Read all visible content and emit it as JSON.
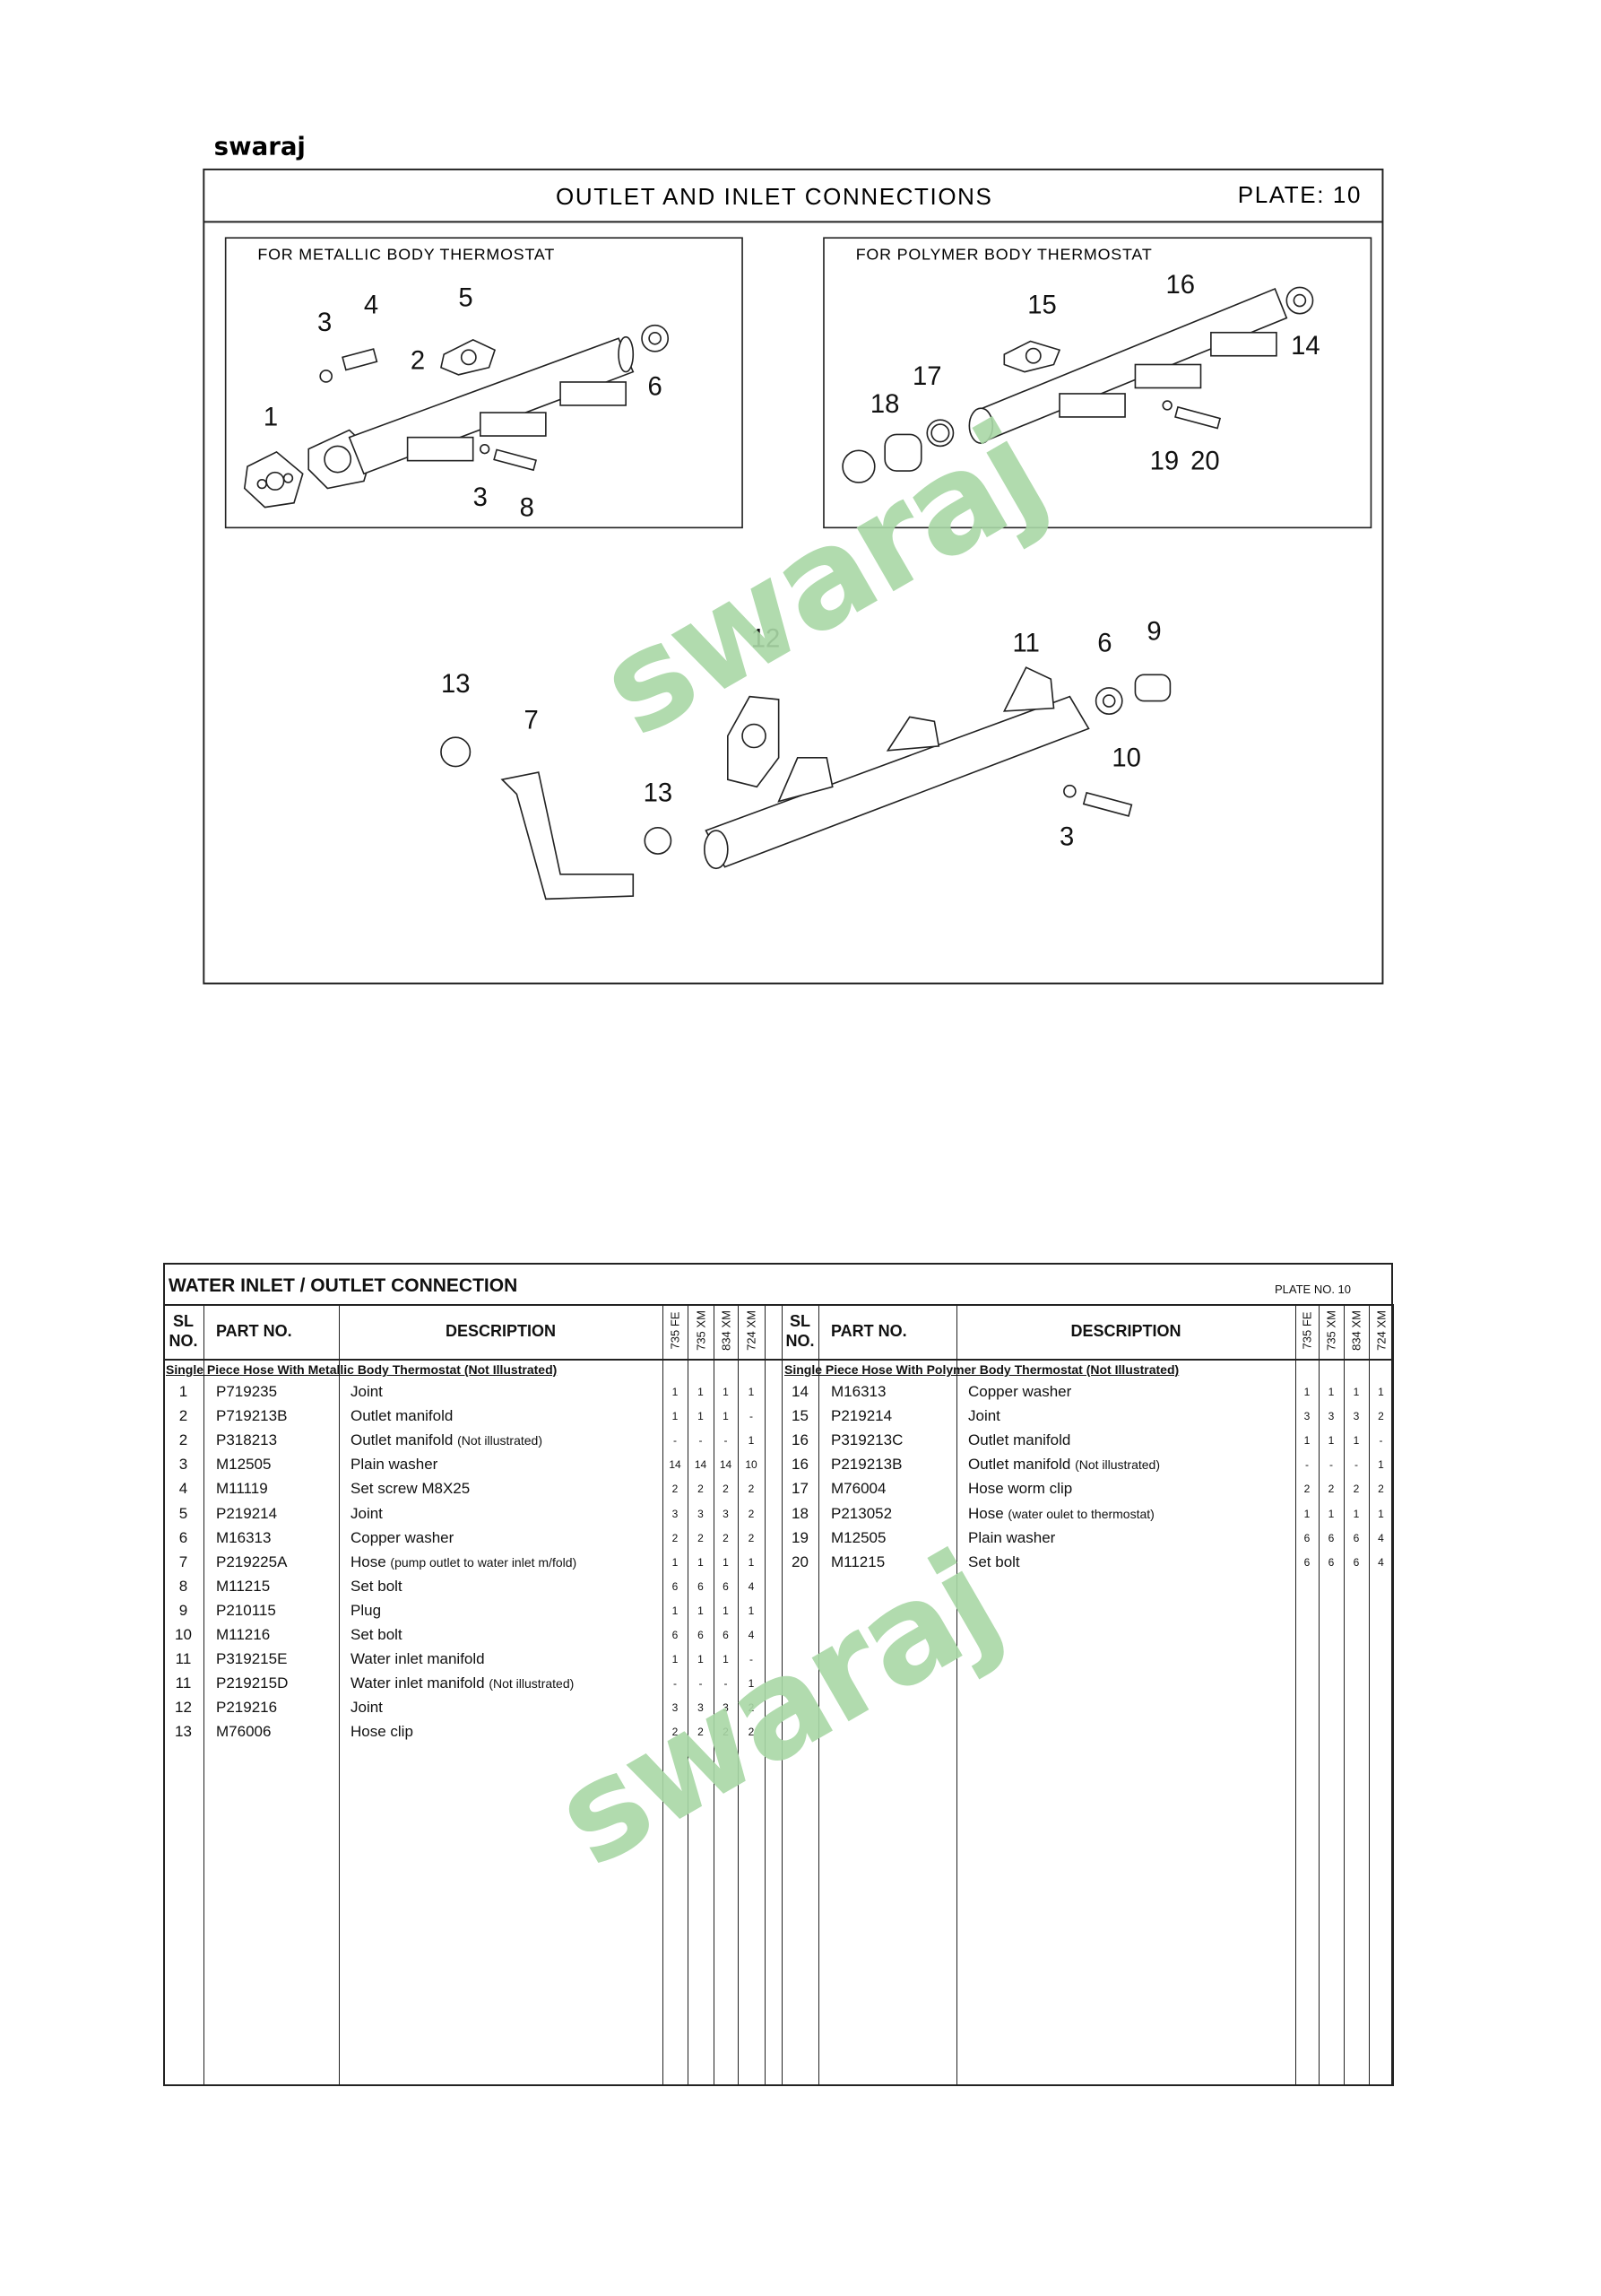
{
  "brand": "swaraj",
  "plate": {
    "title": "OUTLET AND INLET CONNECTIONS",
    "plate_label": "PLATE: 10",
    "left_box_title": "FOR METALLIC BODY THERMOSTAT",
    "right_box_title": "FOR POLYMER BODY THERMOSTAT",
    "callouts_left": [
      "1",
      "2",
      "3",
      "4",
      "5",
      "6",
      "3",
      "8"
    ],
    "callouts_right": [
      "16",
      "15",
      "14",
      "17",
      "18",
      "19",
      "20"
    ],
    "callouts_bottom": [
      "12",
      "11",
      "6",
      "9",
      "13",
      "7",
      "13",
      "10",
      "3"
    ]
  },
  "watermark": "swaraj",
  "table": {
    "title": "WATER INLET / OUTLET CONNECTION",
    "plate_no": "PLATE NO.  10",
    "headers": {
      "sl": "SL NO.",
      "part": "PART NO.",
      "desc": "DESCRIPTION",
      "models": [
        "735 FE",
        "735 XM",
        "834 XM",
        "724 XM"
      ]
    },
    "left": {
      "section": "Single Piece Hose With Metallic Body Thermostat (Not Illustrated)",
      "rows": [
        {
          "sl": "1",
          "part": "P719235",
          "desc": "Joint",
          "note": "",
          "q": [
            "1",
            "1",
            "1",
            "1"
          ]
        },
        {
          "sl": "2",
          "part": "P719213B",
          "desc": "Outlet manifold",
          "note": "",
          "q": [
            "1",
            "1",
            "1",
            "-"
          ]
        },
        {
          "sl": "2",
          "part": "P318213",
          "desc": "Outlet manifold",
          "note": "(Not illustrated)",
          "q": [
            "-",
            "-",
            "-",
            "1"
          ]
        },
        {
          "sl": "3",
          "part": "M12505",
          "desc": "Plain washer",
          "note": "",
          "q": [
            "14",
            "14",
            "14",
            "10"
          ]
        },
        {
          "sl": "4",
          "part": "M11119",
          "desc": "Set screw M8X25",
          "note": "",
          "q": [
            "2",
            "2",
            "2",
            "2"
          ]
        },
        {
          "sl": "5",
          "part": "P219214",
          "desc": "Joint",
          "note": "",
          "q": [
            "3",
            "3",
            "3",
            "2"
          ]
        },
        {
          "sl": "6",
          "part": "M16313",
          "desc": "Copper washer",
          "note": "",
          "q": [
            "2",
            "2",
            "2",
            "2"
          ]
        },
        {
          "sl": "7",
          "part": "P219225A",
          "desc": "Hose",
          "note": "(pump outlet to water inlet m/fold)",
          "q": [
            "1",
            "1",
            "1",
            "1"
          ]
        },
        {
          "sl": "8",
          "part": "M11215",
          "desc": "Set bolt",
          "note": "",
          "q": [
            "6",
            "6",
            "6",
            "4"
          ]
        },
        {
          "sl": "9",
          "part": "P210115",
          "desc": "Plug",
          "note": "",
          "q": [
            "1",
            "1",
            "1",
            "1"
          ]
        },
        {
          "sl": "10",
          "part": "M11216",
          "desc": "Set bolt",
          "note": "",
          "q": [
            "6",
            "6",
            "6",
            "4"
          ]
        },
        {
          "sl": "11",
          "part": "P319215E",
          "desc": "Water inlet manifold",
          "note": "",
          "q": [
            "1",
            "1",
            "1",
            "-"
          ]
        },
        {
          "sl": "11",
          "part": "P219215D",
          "desc": "Water inlet manifold",
          "note": "(Not illustrated)",
          "q": [
            "-",
            "-",
            "-",
            "1"
          ]
        },
        {
          "sl": "12",
          "part": "P219216",
          "desc": "Joint",
          "note": "",
          "q": [
            "3",
            "3",
            "3",
            "2"
          ]
        },
        {
          "sl": "13",
          "part": "M76006",
          "desc": "Hose clip",
          "note": "",
          "q": [
            "2",
            "2",
            "2",
            "2"
          ]
        }
      ]
    },
    "right": {
      "section": "Single Piece Hose With Polymer Body Thermostat (Not Illustrated)",
      "rows": [
        {
          "sl": "14",
          "part": "M16313",
          "desc": "Copper washer",
          "note": "",
          "q": [
            "1",
            "1",
            "1",
            "1"
          ]
        },
        {
          "sl": "15",
          "part": "P219214",
          "desc": "Joint",
          "note": "",
          "q": [
            "3",
            "3",
            "3",
            "2"
          ]
        },
        {
          "sl": "16",
          "part": "P319213C",
          "desc": "Outlet manifold",
          "note": "",
          "q": [
            "1",
            "1",
            "1",
            "-"
          ]
        },
        {
          "sl": "16",
          "part": "P219213B",
          "desc": "Outlet manifold",
          "note": "(Not illustrated)",
          "q": [
            "-",
            "-",
            "-",
            "1"
          ]
        },
        {
          "sl": "17",
          "part": "M76004",
          "desc": "Hose worm clip",
          "note": "",
          "q": [
            "2",
            "2",
            "2",
            "2"
          ]
        },
        {
          "sl": "18",
          "part": "P213052",
          "desc": "Hose",
          "note": "(water oulet to thermostat)",
          "q": [
            "1",
            "1",
            "1",
            "1"
          ]
        },
        {
          "sl": "19",
          "part": "M12505",
          "desc": "Plain washer",
          "note": "",
          "q": [
            "6",
            "6",
            "6",
            "4"
          ]
        },
        {
          "sl": "20",
          "part": "M11215",
          "desc": "Set bolt",
          "note": "",
          "q": [
            "6",
            "6",
            "6",
            "4"
          ]
        }
      ]
    }
  }
}
